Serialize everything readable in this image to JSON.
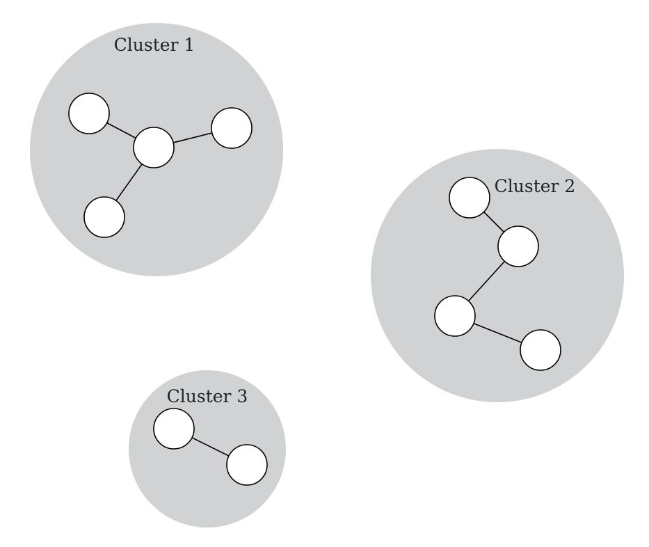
{
  "colors": {
    "cluster_fill": "#d1d2d4",
    "node_fill": "#ffffff",
    "line": "#000000",
    "label_text": "#222222"
  },
  "clusters": [
    {
      "label": "Cluster 1",
      "node_count": 4,
      "edges": [
        [
          0,
          1
        ],
        [
          1,
          2
        ],
        [
          1,
          3
        ]
      ]
    },
    {
      "label": "Cluster 2",
      "node_count": 4,
      "edges": [
        [
          0,
          1
        ],
        [
          1,
          2
        ],
        [
          2,
          3
        ]
      ]
    },
    {
      "label": "Cluster 3",
      "node_count": 2,
      "edges": [
        [
          0,
          1
        ]
      ]
    }
  ]
}
